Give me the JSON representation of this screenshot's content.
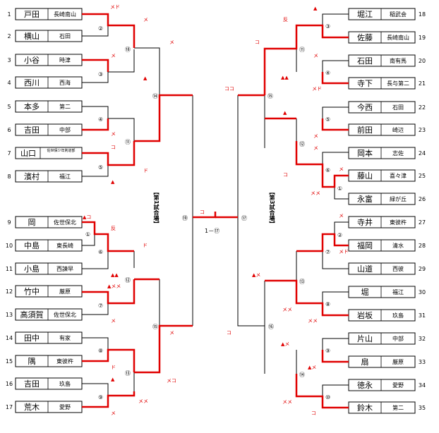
{
  "colors": {
    "win": "#e00000",
    "line": "#000000"
  },
  "left_players": [
    {
      "seed": "1",
      "name": "戸田",
      "team": "長崎南山"
    },
    {
      "seed": "2",
      "name": "横山",
      "team": "石田"
    },
    {
      "seed": "3",
      "name": "小谷",
      "team": "時津"
    },
    {
      "seed": "4",
      "name": "西川",
      "team": "西海"
    },
    {
      "seed": "5",
      "name": "本多",
      "team": "第二"
    },
    {
      "seed": "6",
      "name": "吉田",
      "team": "中部"
    },
    {
      "seed": "7",
      "name": "山口",
      "team": "佐世保少年剣道部"
    },
    {
      "seed": "8",
      "name": "濱村",
      "team": "福江"
    },
    {
      "seed": "9",
      "name": "岡",
      "team": "佐世保北"
    },
    {
      "seed": "10",
      "name": "中島",
      "team": "東長崎"
    },
    {
      "seed": "11",
      "name": "小島",
      "team": "西諫早"
    },
    {
      "seed": "12",
      "name": "竹中",
      "team": "厳原"
    },
    {
      "seed": "13",
      "name": "高須賀",
      "team": "佐世保北"
    },
    {
      "seed": "14",
      "name": "田中",
      "team": "有家"
    },
    {
      "seed": "15",
      "name": "隅",
      "team": "東彼杵"
    },
    {
      "seed": "16",
      "name": "吉田",
      "team": "玖島"
    },
    {
      "seed": "17",
      "name": "荒木",
      "team": "愛野"
    }
  ],
  "right_players": [
    {
      "seed": "18",
      "name": "堀江",
      "team": "稲武会"
    },
    {
      "seed": "19",
      "name": "佐藤",
      "team": "長崎南山"
    },
    {
      "seed": "20",
      "name": "石田",
      "team": "南有馬"
    },
    {
      "seed": "21",
      "name": "寺下",
      "team": "長与第二"
    },
    {
      "seed": "22",
      "name": "今西",
      "team": "石田"
    },
    {
      "seed": "23",
      "name": "前田",
      "team": "崎辺"
    },
    {
      "seed": "24",
      "name": "岡本",
      "team": "志佐"
    },
    {
      "seed": "25",
      "name": "藤山",
      "team": "喜々津"
    },
    {
      "seed": "26",
      "name": "永富",
      "team": "緑が丘"
    },
    {
      "seed": "27",
      "name": "寺井",
      "team": "東彼杵"
    },
    {
      "seed": "28",
      "name": "福岡",
      "team": "清水"
    },
    {
      "seed": "29",
      "name": "山道",
      "team": "西彼"
    },
    {
      "seed": "30",
      "name": "堀",
      "team": "福江"
    },
    {
      "seed": "31",
      "name": "岩坂",
      "team": "玖島"
    },
    {
      "seed": "32",
      "name": "片山",
      "team": "中部"
    },
    {
      "seed": "33",
      "name": "扇",
      "team": "厳原"
    },
    {
      "seed": "34",
      "name": "徳永",
      "team": "愛野"
    },
    {
      "seed": "35",
      "name": "鈴木",
      "team": "第二"
    }
  ],
  "venues": {
    "left": "【第1試合場】",
    "right": "【第3試合場】"
  },
  "final_label": "1－⑰",
  "matches": {
    "m1": "①",
    "m2": "②",
    "m3": "③",
    "m4": "④",
    "m5": "⑤",
    "m6": "⑥",
    "m7": "⑦",
    "m8": "⑧",
    "m9": "⑨",
    "m10": "⑩",
    "m11": "⑪",
    "m12": "⑫",
    "m13": "⑬",
    "m14": "⑭",
    "m15": "⑮",
    "m16": "⑯",
    "m17": "⑰",
    "m18": "⑱",
    "m19": "⑲"
  },
  "scores": {
    "s_men": "メ",
    "s_do": "ド",
    "s_kote": "コ",
    "s_tri": "▲",
    "s_hansoku": "反",
    "s_mendo": "メド",
    "s_tri2": "▲▲",
    "s_trikote": "▲コ",
    "s_kotekote": "ココ",
    "s_menmen": "メメ",
    "s_trimenmen": "▲メメ",
    "s_mekote": "メコ",
    "s_trimen": "▲メ"
  }
}
